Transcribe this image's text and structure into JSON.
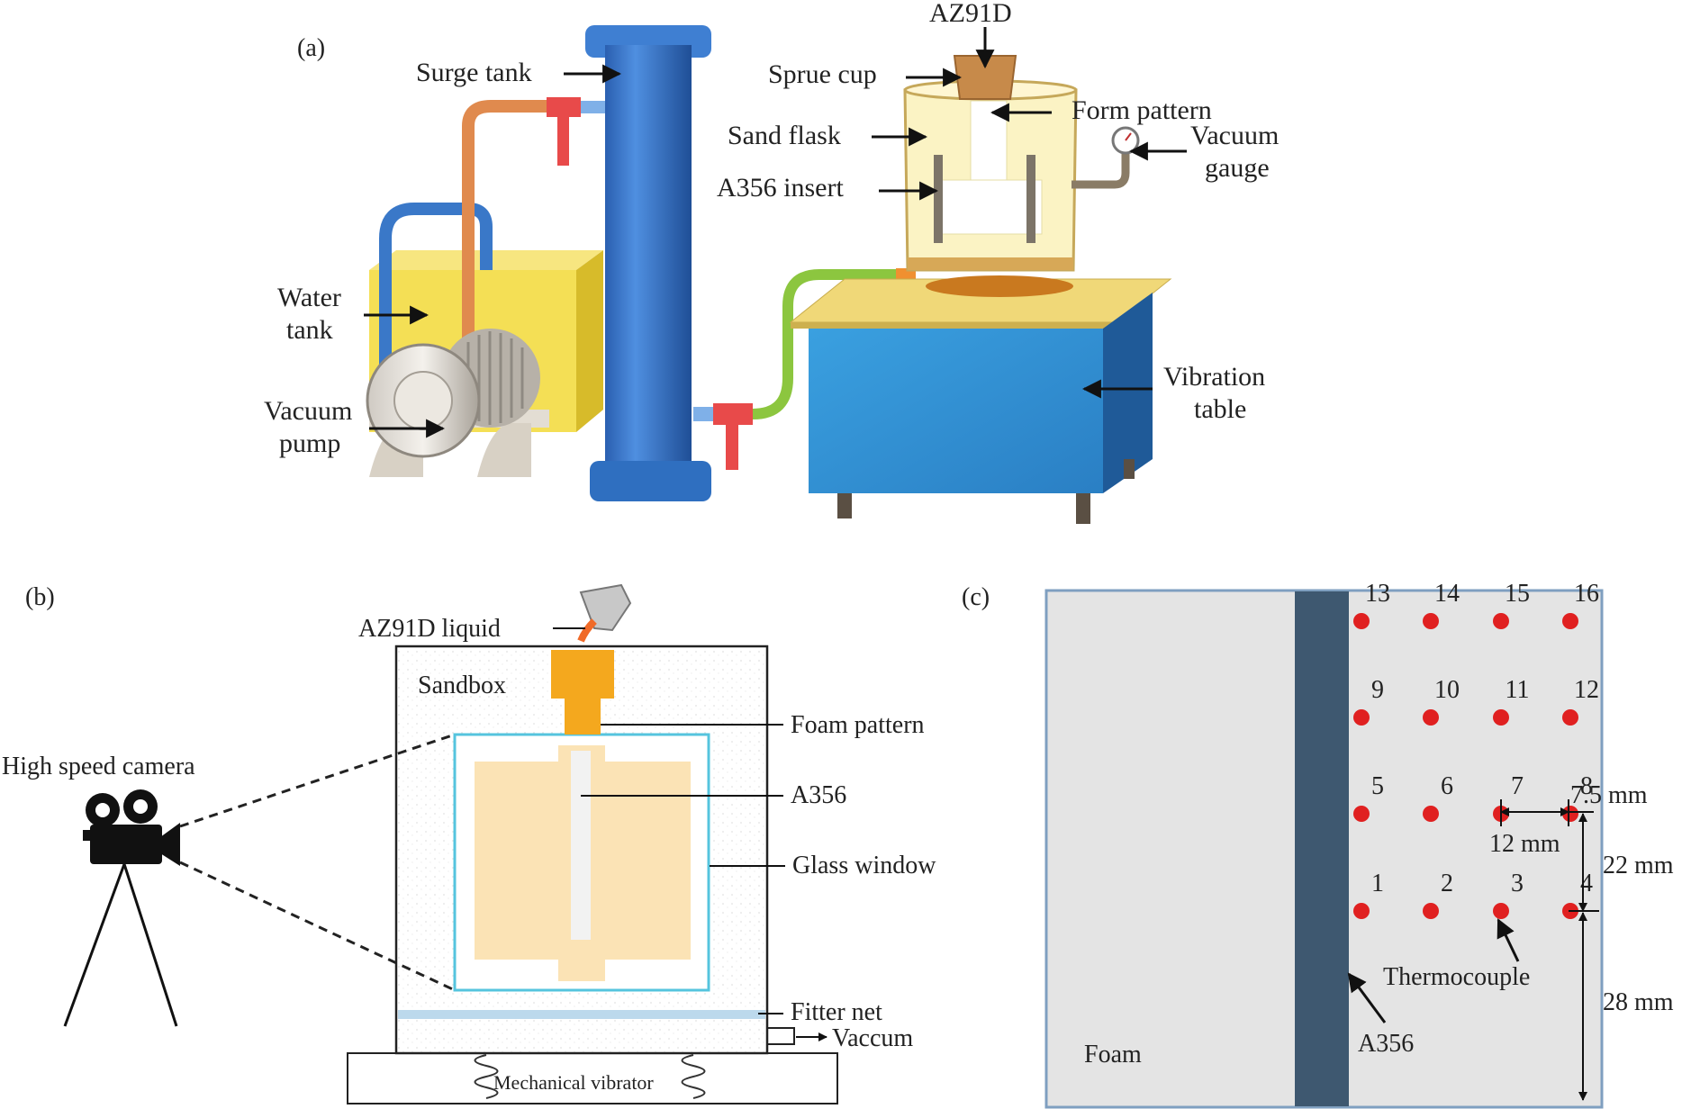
{
  "panel_a": {
    "tag": "(a)",
    "labels": {
      "surge_tank": "Surge tank",
      "az91d": "AZ91D",
      "sprue_cup": "Sprue cup",
      "form_pattern": "Form pattern",
      "sand_flask": "Sand flask",
      "vacuum_gauge_1": "Vacuum",
      "vacuum_gauge_2": "gauge",
      "a356_insert": "A356 insert",
      "water_tank_1": "Water",
      "water_tank_2": "tank",
      "vacuum_pump_1": "Vacuum",
      "vacuum_pump_2": "pump",
      "vibration_table_1": "Vibration",
      "vibration_table_2": "table"
    }
  },
  "panel_b": {
    "tag": "(b)",
    "labels": {
      "az91d_liquid": "AZ91D liquid",
      "sandbox": "Sandbox",
      "foam_pattern": "Foam pattern",
      "high_speed_camera": "High speed camera",
      "a356": "A356",
      "glass_window": "Glass window",
      "fitter_net": "Fitter net",
      "vaccum": "Vaccum",
      "mechanical_vibrator": "Mechanical vibrator"
    }
  },
  "panel_c": {
    "tag": "(c)",
    "thermocouple_numbers": [
      "13",
      "14",
      "15",
      "16",
      "9",
      "10",
      "11",
      "12",
      "5",
      "6",
      "7",
      "8",
      "1",
      "2",
      "3",
      "4"
    ],
    "labels": {
      "foam": "Foam",
      "a356": "A356",
      "thermocouple": "Thermocouple"
    },
    "dimensions": {
      "d_7_5": "7.5 mm",
      "d_12": "12 mm",
      "d_22": "22 mm",
      "d_28": "28 mm"
    }
  },
  "colors": {
    "surge_tank_blue": "#2f6fc0",
    "table_blue": "#2f8fd2",
    "table_top": "#f0d878",
    "water_tank_yellow": "#f4df55",
    "flask_fill": "#fbf3c4",
    "copper_pipe": "#e08a4e",
    "green_hose": "#8cc63f",
    "red_valve": "#e84a4a",
    "thermocouple_red": "#e02020",
    "a356_dark": "#3e5870",
    "foam_grey": "#e4e4e4",
    "glass_window_cyan": "#55c4de",
    "foam_orange": "#f4a81e",
    "cast_fill": "#fbe3b5"
  }
}
